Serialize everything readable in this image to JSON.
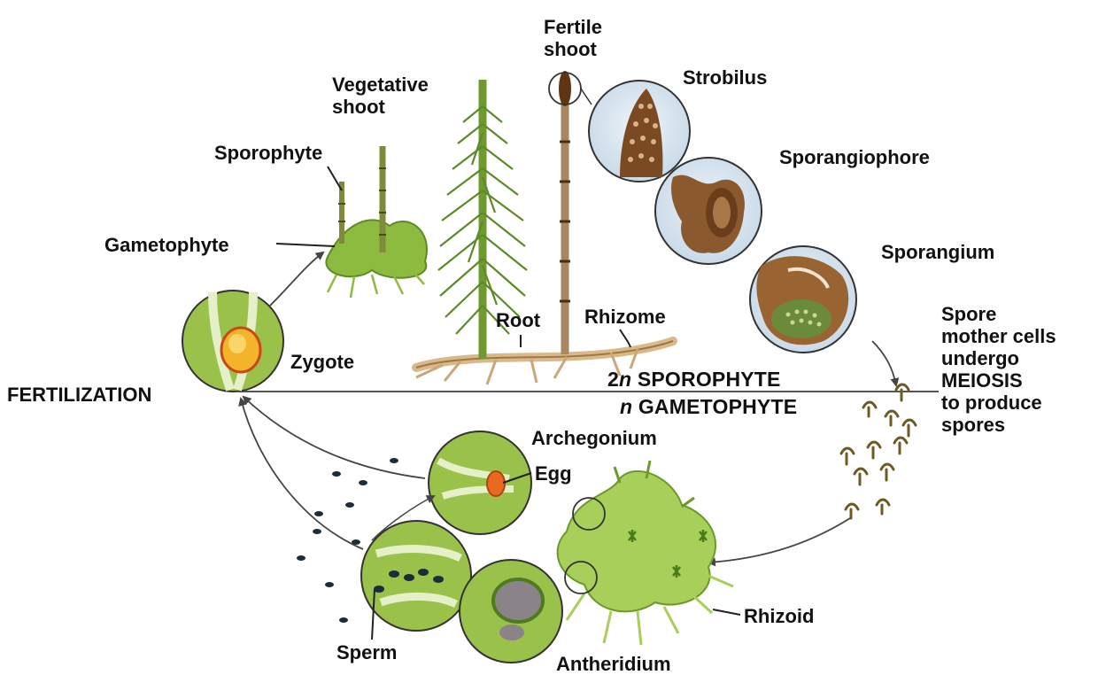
{
  "colors": {
    "plant_green": "#7fae3a",
    "dark_green": "#4b7a1e",
    "light_green": "#bcd77a",
    "brown": "#8a5a2e",
    "dark_brown": "#5e3616",
    "lens_blue": "#d9e7f2",
    "egg_orange": "#e86a1e",
    "zygote_yellow": "#f4b42a",
    "line_gray": "#555555"
  },
  "icons": [
    "vegetative-shoot-icon",
    "fertile-shoot-icon",
    "rhizome-icon",
    "zygote-lens-icon",
    "strobilus-lens-icon",
    "sporangiophore-lens-icon",
    "sporangium-lens-icon",
    "archegonium-lens-icon",
    "sperm-lens-icon",
    "antheridium-lens-icon",
    "gametophyte-icon",
    "spore-icon"
  ],
  "labels": {
    "fertile_shoot": [
      "Fertile",
      "shoot"
    ],
    "vegetative_shoot": [
      "Vegetative",
      "shoot"
    ],
    "strobilus": "Strobilus",
    "sporophyte": "Sporophyte",
    "sporangiophore": "Sporangiophore",
    "gametophyte": "Gametophyte",
    "sporangium": "Sporangium",
    "root": "Root",
    "rhizome": "Rhizome",
    "spore_mother": [
      "Spore",
      "mother cells",
      "undergo",
      "MEIOSIS",
      "to produce",
      "spores"
    ],
    "zygote": "Zygote",
    "fertilization": "FERTILIZATION",
    "sporophyte_gen": {
      "prefix": "2",
      "italic": "n",
      "suffix": " SPOROPHYTE"
    },
    "gametophyte_gen": {
      "italic": "n",
      "suffix": " GAMETOPHYTE"
    },
    "archegonium": "Archegonium",
    "egg": "Egg",
    "rhizoid": "Rhizoid",
    "sperm": "Sperm",
    "antheridium": "Antheridium"
  }
}
